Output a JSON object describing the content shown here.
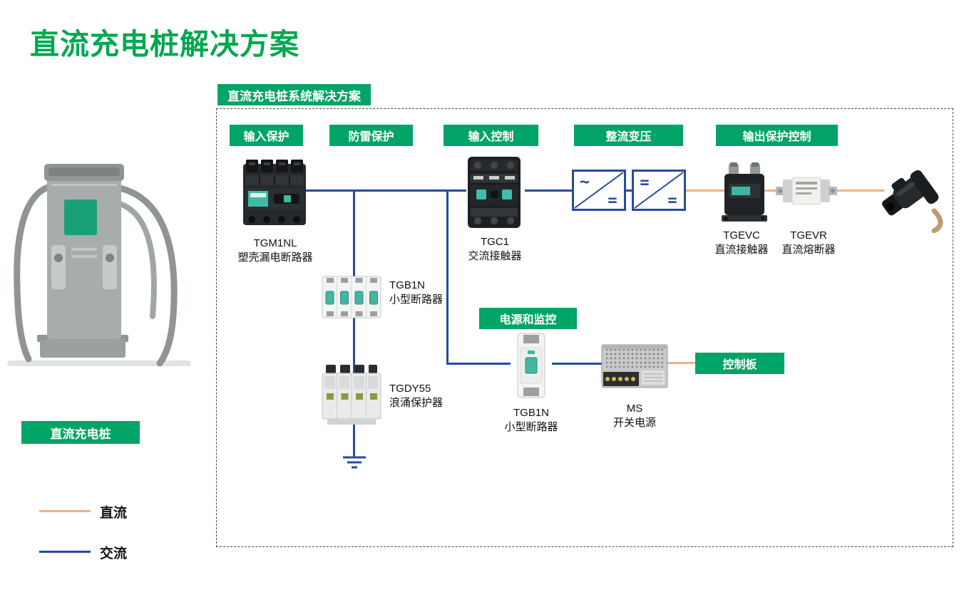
{
  "page": {
    "title": "直流充电桩解决方案"
  },
  "colors": {
    "brand_green": "#00a84f",
    "badge_green": "#00a466",
    "ac_line_blue": "#274b9e",
    "dc_line_orange": "#f0b285"
  },
  "diagram": {
    "header": "直流充电桩系统解决方案",
    "badges": {
      "input_protection": "输入保护",
      "surge_protection": "防雷保护",
      "input_control": "输入控制",
      "rectification": "整流变压",
      "output_protection": "输出保护控制",
      "power_monitoring": "电源和监控",
      "control_board": "控制板"
    },
    "rectifiers": [
      {
        "top_symbol": "~",
        "bottom_symbol": "="
      },
      {
        "top_symbol": "=",
        "bottom_symbol": "="
      }
    ],
    "components": {
      "tgm1nl": {
        "model": "TGM1NL",
        "name": "塑壳漏电断路器"
      },
      "tgb1n_4p": {
        "model": "TGB1N",
        "name": "小型断路器"
      },
      "tgdy55": {
        "model": "TGDY55",
        "name": "浪涌保护器"
      },
      "tgc1": {
        "model": "TGC1",
        "name": "交流接触器"
      },
      "tgevc": {
        "model": "TGEVC",
        "name": "直流接触器"
      },
      "tgevr": {
        "model": "TGEVR",
        "name": "直流熔断器"
      },
      "tgb1n_1p": {
        "model": "TGB1N",
        "name": "小型断路器"
      },
      "ms": {
        "model": "MS",
        "name": "开关电源"
      }
    }
  },
  "sidebar": {
    "pile_label": "直流充电桩",
    "legend": [
      {
        "label": "直流",
        "color": "#f0b285"
      },
      {
        "label": "交流",
        "color": "#274b9e"
      }
    ]
  }
}
